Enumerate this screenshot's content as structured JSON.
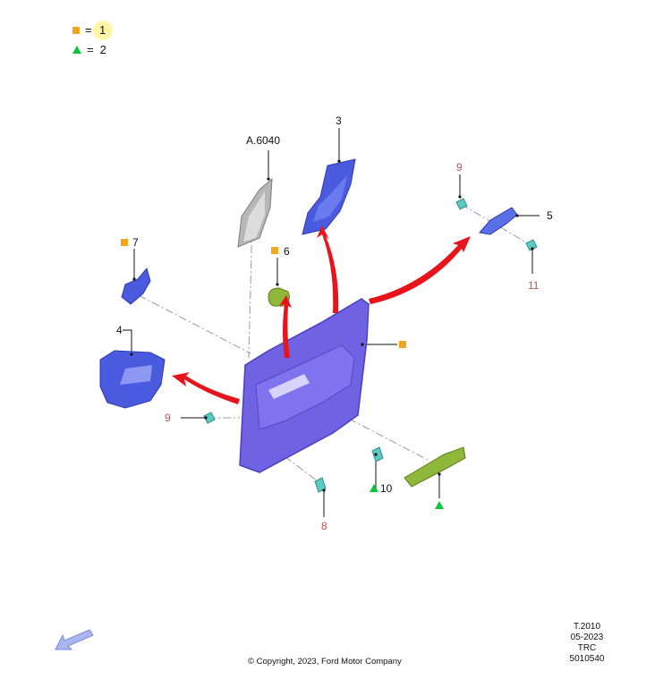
{
  "legend": [
    {
      "symbol": "square",
      "eq": "=",
      "value": "1"
    },
    {
      "symbol": "triangle",
      "eq": "=",
      "value": "2"
    }
  ],
  "labels": {
    "a6040": "A.6040",
    "p3": "3",
    "p5": "5",
    "p6": "6",
    "p7": "7",
    "p4": "4",
    "p9_top": "9",
    "p9_left": "9",
    "p11": "11",
    "p10": "10",
    "p8": "8"
  },
  "meta": {
    "line1": "T.2010",
    "line2": "05-2023",
    "line3": "TRC",
    "line4": "5010540"
  },
  "copyright": "© Copyright, 2023, Ford Motor Company",
  "colors": {
    "square": "#f5a51c",
    "triangle": "#12c23a",
    "part_blue": "#4a5be0",
    "panel_purple": "#6f63e3",
    "part_green": "#8fb83a",
    "part_cyan": "#5cc9c2",
    "arrow_red": "#e8141c"
  }
}
